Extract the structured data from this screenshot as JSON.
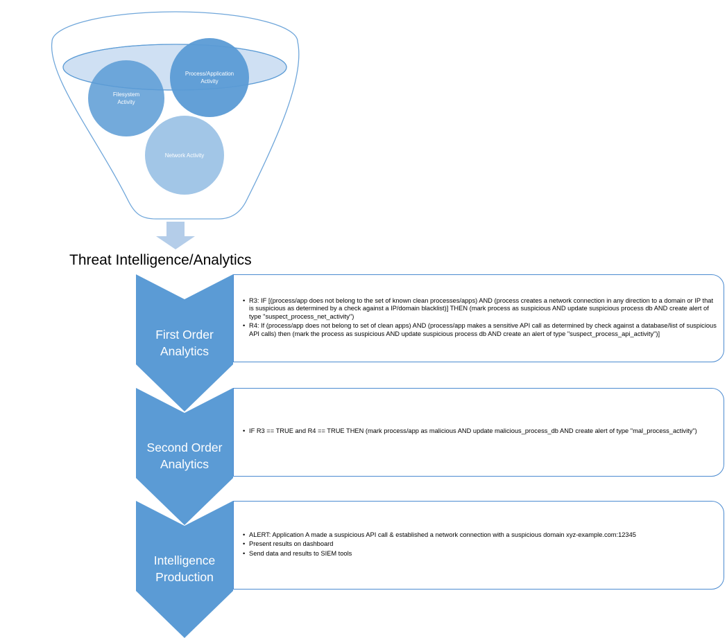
{
  "diagram": {
    "colors": {
      "dark_blue": "#5b9bd5",
      "mid_blue": "#6fa6da",
      "light_blue": "#9dc3e6",
      "arrow_blue": "#b4cde9",
      "outline": "#41719c"
    },
    "funnel": {
      "circles": [
        {
          "label": "Filesystem Activity"
        },
        {
          "label": "Process/Application Activity"
        },
        {
          "label": "Network  Activity"
        }
      ]
    },
    "section_title": "Threat Intelligence/Analytics",
    "stages": [
      {
        "name_line1": "First Order",
        "name_line2": "Analytics",
        "bullets": [
          "R3: IF [(process/app does not belong to the set of known clean processes/apps) AND (process creates a network connection in any direction to a domain or IP that is suspicious as determined by a check against a IP/domain blacklist)] THEN (mark process as suspicious AND update suspicious process db AND create alert of type \"suspect_process_net_activity\")",
          "R4: If (process/app does not belong to set of clean apps) AND (process/app makes a sensitive API call as determined by check against a database/list of suspicious API calls) then (mark the process as suspicious  AND update suspicious process db AND create an alert of type \"suspect_process_api_activity\")]"
        ]
      },
      {
        "name_line1": "Second Order",
        "name_line2": "Analytics",
        "bullets": [
          "IF R3 == TRUE and R4 == TRUE THEN (mark process/app as malicious AND update malicious_process_db AND create alert of type \"mal_process_activity\")"
        ]
      },
      {
        "name_line1": "Intelligence",
        "name_line2": "Production",
        "bullets": [
          "ALERT: Application A made a suspicious API call & established a network connection with a suspicious domain xyz-example.com:12345",
          "Present results on  dashboard",
          "Send data and results to SIEM tools"
        ]
      }
    ]
  }
}
